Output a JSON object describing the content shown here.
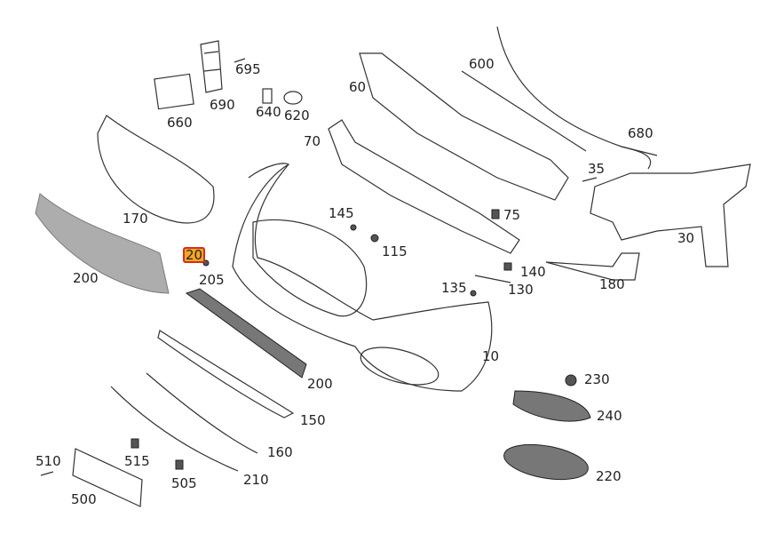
{
  "diagram_title": "",
  "highlight_color": "#f5a623",
  "highlight_border": "#d0301a",
  "parts": [
    {
      "id": "p695",
      "label": "695"
    },
    {
      "id": "p660",
      "label": "660"
    },
    {
      "id": "p690",
      "label": "690"
    },
    {
      "id": "p640",
      "label": "640"
    },
    {
      "id": "p620",
      "label": "620"
    },
    {
      "id": "p600",
      "label": "600"
    },
    {
      "id": "p60",
      "label": "60"
    },
    {
      "id": "p70",
      "label": "70"
    },
    {
      "id": "p680",
      "label": "680"
    },
    {
      "id": "p35",
      "label": "35"
    },
    {
      "id": "p170",
      "label": "170"
    },
    {
      "id": "p145",
      "label": "145"
    },
    {
      "id": "p75",
      "label": "75"
    },
    {
      "id": "p115",
      "label": "115"
    },
    {
      "id": "p30",
      "label": "30"
    },
    {
      "id": "p20",
      "label": "20",
      "highlighted": true
    },
    {
      "id": "p200a",
      "label": "200"
    },
    {
      "id": "p205",
      "label": "205"
    },
    {
      "id": "p140",
      "label": "140"
    },
    {
      "id": "p135",
      "label": "135"
    },
    {
      "id": "p130",
      "label": "130"
    },
    {
      "id": "p180",
      "label": "180"
    },
    {
      "id": "p10",
      "label": "10"
    },
    {
      "id": "p200b",
      "label": "200"
    },
    {
      "id": "p230",
      "label": "230"
    },
    {
      "id": "p240",
      "label": "240"
    },
    {
      "id": "p150",
      "label": "150"
    },
    {
      "id": "p160",
      "label": "160"
    },
    {
      "id": "p510",
      "label": "510"
    },
    {
      "id": "p515",
      "label": "515"
    },
    {
      "id": "p220",
      "label": "220"
    },
    {
      "id": "p505",
      "label": "505"
    },
    {
      "id": "p210",
      "label": "210"
    },
    {
      "id": "p500",
      "label": "500"
    }
  ]
}
